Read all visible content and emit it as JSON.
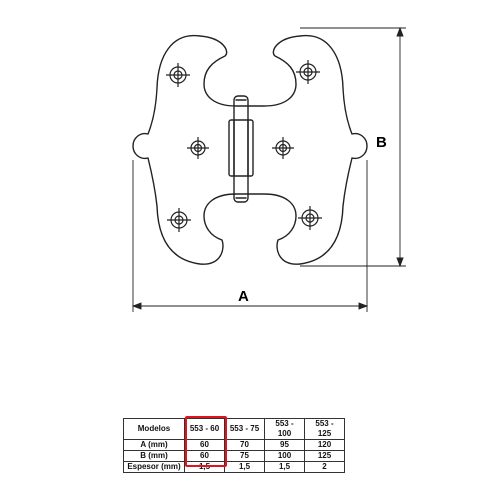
{
  "dimensions": {
    "width_label": "A",
    "height_label": "B"
  },
  "table": {
    "header_label": "Modelos",
    "models": [
      "553 - 60",
      "553 - 75",
      "553 - 100",
      "553 - 125"
    ],
    "rows": [
      {
        "label": "A (mm)",
        "values": [
          "60",
          "70",
          "95",
          "120"
        ]
      },
      {
        "label": "B (mm)",
        "values": [
          "60",
          "75",
          "100",
          "125"
        ]
      },
      {
        "label": "Espesor (mm)",
        "values": [
          "1,5",
          "1,5",
          "1,5",
          "2"
        ]
      }
    ],
    "highlighted_model": "553 - 60"
  },
  "colors": {
    "outline": "#222222",
    "highlight": "#e0141e"
  }
}
